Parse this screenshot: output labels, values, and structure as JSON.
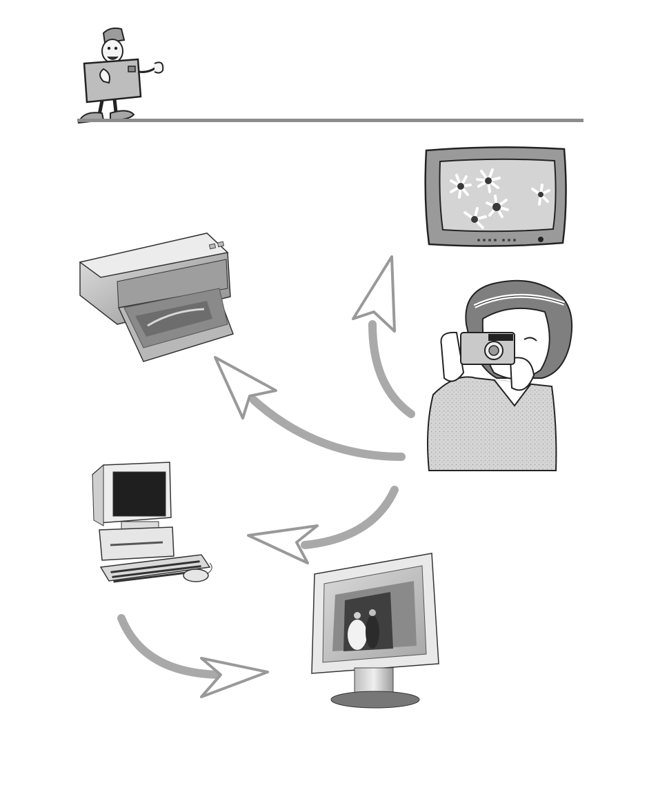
{
  "page": {
    "background": "#ffffff",
    "rule_color": "#8c8c8c",
    "arrow_color": "#a9a9a9"
  },
  "illustrations": [
    {
      "name": "camera-mascot",
      "icon": "camera-character-icon"
    },
    {
      "name": "television",
      "icon": "tv-icon"
    },
    {
      "name": "printer",
      "icon": "printer-icon"
    },
    {
      "name": "person-with-camera",
      "icon": "photographer-icon"
    },
    {
      "name": "desktop-computer",
      "icon": "pc-icon"
    },
    {
      "name": "lcd-monitor",
      "icon": "monitor-icon"
    }
  ]
}
